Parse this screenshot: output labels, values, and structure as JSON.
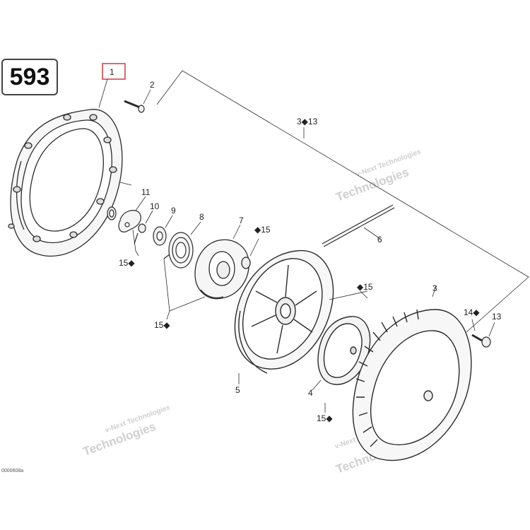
{
  "page_number": "593",
  "callouts": {
    "c1": "1",
    "c2": "2",
    "c3_13": "3◆13",
    "c11": "11",
    "c10": "10",
    "c9": "9",
    "c8": "8",
    "c7": "7",
    "c15_7": "◆15",
    "c6": "6",
    "c15_a": "15◆",
    "c15_b": "15◆",
    "c15_5": "◆15",
    "c3": "3",
    "c14": "14◆",
    "c13": "13",
    "c5": "5",
    "c4": "4",
    "c15_4": "15◆"
  },
  "watermark": {
    "line1": "v-Next Technologies",
    "line2": "Technologies"
  },
  "reference_code": "0000608a",
  "colors": {
    "line": "#2a2a2a",
    "highlight": "#d23b3b",
    "watermark": "#cfcfcf"
  }
}
